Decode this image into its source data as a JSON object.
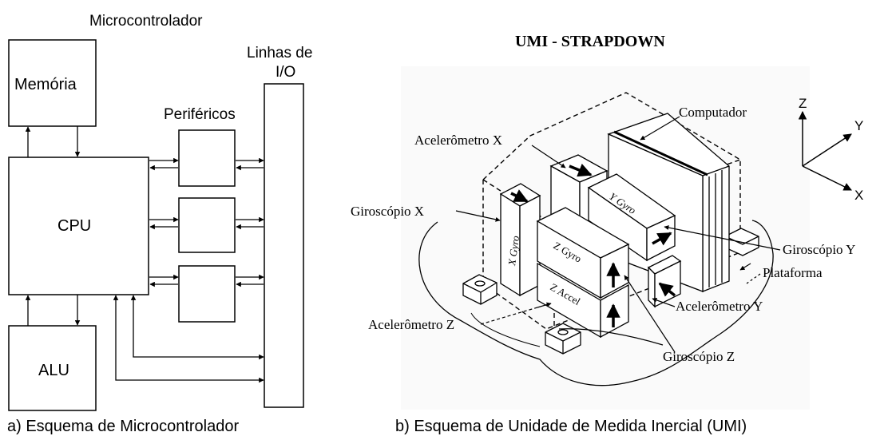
{
  "left_diagram": {
    "title": "Microcontrolador",
    "memory_label": "Memória",
    "io_label_line1": "Linhas de",
    "io_label_line2": "I/O",
    "peripherals_label": "Periféricos",
    "cpu_label": "CPU",
    "alu_label": "ALU",
    "caption": "a) Esquema de Microcontrolador"
  },
  "right_diagram": {
    "title": "UMI - STRAPDOWN",
    "labels": {
      "computer": "Computador",
      "accel_x": "Acelerômetro X",
      "gyro_x": "Giroscópio X",
      "gyro_y": "Giroscópio Y",
      "platform": "Plataforma",
      "accel_y": "Acelerômetro Y",
      "accel_z": "Acelerômetro Z",
      "gyro_z": "Giroscópio Z"
    },
    "block_labels": {
      "x_gyro": "X Gyro",
      "y_gyro": "Y Gyro",
      "z_gyro": "Z Gyro",
      "z_accel": "Z Accel"
    },
    "axes": {
      "z": "Z",
      "y": "Y",
      "x": "X"
    },
    "caption": "b) Esquema de Unidade de Medida Inercial (UMI)"
  }
}
